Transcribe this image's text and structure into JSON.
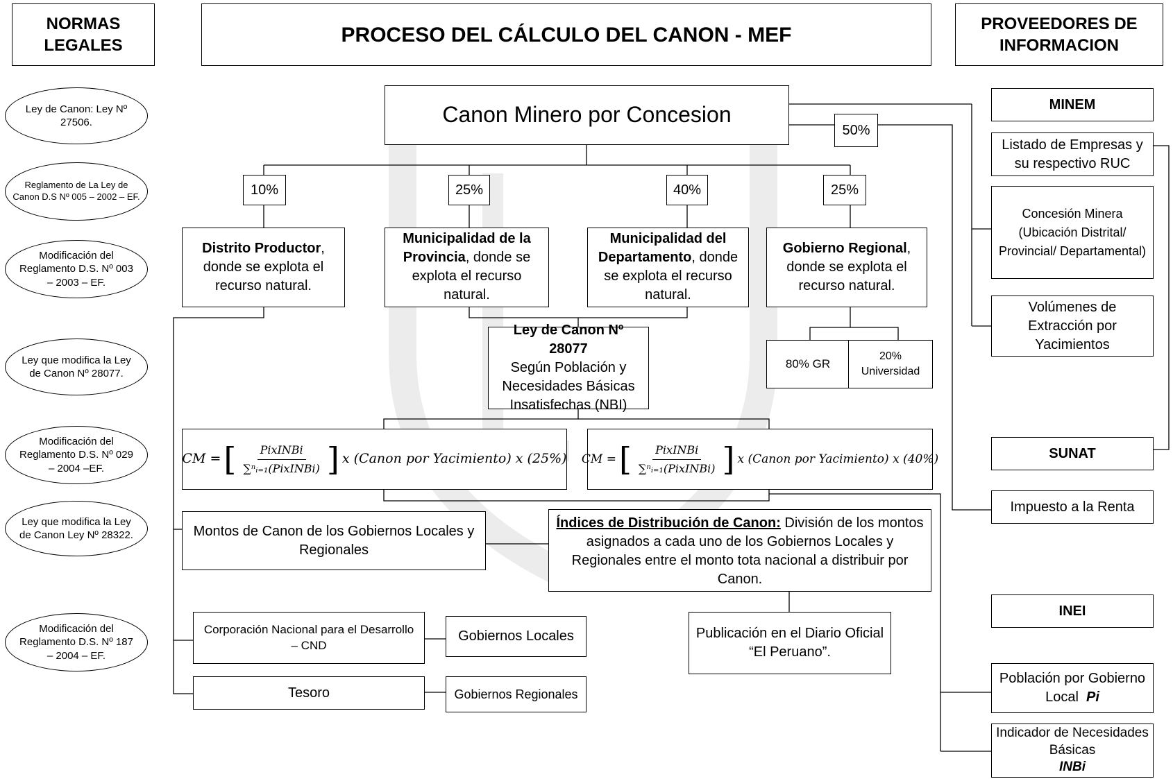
{
  "headers": {
    "left": "NORMAS LEGALES",
    "center": "PROCESO DEL CÁLCULO DEL CANON - MEF",
    "right": "PROVEEDORES DE INFORMACION"
  },
  "normas": [
    "Ley de Canon: Ley Nº 27506.",
    "Reglamento de La Ley de Canon D.S Nº 005 – 2002 – EF.",
    "Modificación del Reglamento D.S. Nº 003 – 2003 – EF.",
    "Ley que modifica la Ley de Canon Nº 28077.",
    "Modificación del Reglamento D.S. Nº 029 – 2004 –EF.",
    "Ley que modifica la Ley de Canon Ley Nº 28322.",
    "Modificación del Reglamento D.S. Nº 187 – 2004 – EF."
  ],
  "process": {
    "root": "Canon Minero por Concesion",
    "pct_50": "50%",
    "pct_10": "10%",
    "pct_25a": "25%",
    "pct_40": "40%",
    "pct_25b": "25%",
    "distrito_bold": "Distrito Productor",
    "distrito_rest": ", donde se explota el recurso natural.",
    "provincia_bold": "Municipalidad de la Provincia",
    "provincia_rest": ", donde se explota el recurso natural.",
    "depto_bold": "Municipalidad del Departamento",
    "depto_rest": ", donde se explota el recurso natural.",
    "regional_bold": "Gobierno Regional",
    "regional_rest": ", donde se explota el recurso natural.",
    "ley_bold": "Ley de Canon Nº 28077",
    "ley_rest": "Según Población y Necesidades Básicas Insatisfechas (NBI)",
    "gr_80": "80% GR",
    "univ_20": "20% Universidad",
    "formula_lhs": "CM =",
    "formula_num": "PixINBi",
    "formula_den": "∑ⁿᵢ₌₁(PixINBi)",
    "formula_rhs_25": "x (Canon por Yacimiento) x (25%)",
    "formula_rhs_40": "x (Canon por Yacimiento) x (40%)",
    "montos": "Montos de Canon de los Gobiernos Locales y Regionales",
    "indices_bold": "Índices de Distribución de Canon:",
    "indices_rest": " División de los montos asignados a cada uno de los Gobiernos Locales y Regionales entre el monto tota nacional a distribuir por Canon.",
    "cnd": "Corporación Nacional para el Desarrollo – CND",
    "gob_locales": "Gobiernos Locales",
    "tesoro": "Tesoro",
    "gob_regionales": "Gobiernos Regionales",
    "publicacion": "Publicación en el Diario Oficial “El Peruano”."
  },
  "providers": {
    "minem": "MINEM",
    "empresas": "Listado de Empresas y su respectivo RUC",
    "concesion": "Concesión Minera (Ubicación Distrital/ Provincial/ Departamental)",
    "volumenes": "Volúmenes de Extracción por Yacimientos",
    "sunat": "SUNAT",
    "renta": "Impuesto a la Renta",
    "inei": "INEI",
    "poblacion": "Población por Gobierno Local",
    "poblacion_var": "Pi",
    "indicador": "Indicador de Necesidades Básicas",
    "indicador_var": "INBi"
  }
}
